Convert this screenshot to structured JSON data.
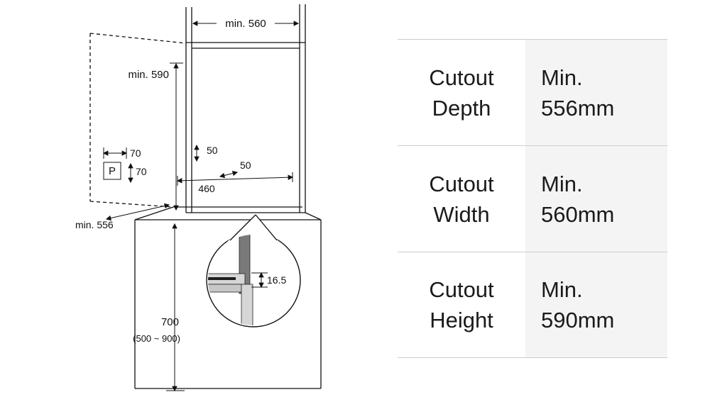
{
  "diagram": {
    "dims": {
      "top_width": "min. 560",
      "height": "min. 590",
      "outlet_h": "70",
      "outlet_v": "70",
      "outlet_label": "P",
      "gap_a": "50",
      "gap_b": "50",
      "vent_width": "460",
      "depth": "min. 556",
      "base_height": "700",
      "base_height_range": "(500 ~ 900)",
      "detail_gap": "16.5"
    }
  },
  "table": {
    "rows": [
      {
        "label_line1": "Cutout",
        "label_line2": "Depth",
        "value_line1": "Min.",
        "value_line2": "556mm"
      },
      {
        "label_line1": "Cutout",
        "label_line2": "Width",
        "value_line1": "Min.",
        "value_line2": "560mm"
      },
      {
        "label_line1": "Cutout",
        "label_line2": "Height",
        "value_line1": "Min.",
        "value_line2": "590mm"
      }
    ]
  },
  "colors": {
    "value_column_bg": "#f4f4f4",
    "divider": "#cccccc",
    "text": "#1a1a1a",
    "line": "#111111",
    "detail_dark": "#7a7a7a",
    "detail_light": "#d6d6d6"
  }
}
